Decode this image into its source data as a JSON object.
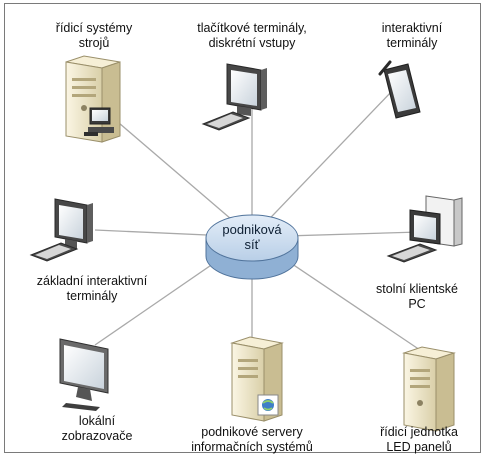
{
  "hub": {
    "line1": "podniková",
    "line2": "síť"
  },
  "nodes": [
    {
      "id": "machine-control",
      "line1": "řídicí systémy",
      "line2": "strojů",
      "icon": "server-tower-with-pc-icon"
    },
    {
      "id": "button-terminals",
      "line1": "tlačítkové terminály,",
      "line2": "diskrétní vstupy",
      "icon": "monitor-keyboard-icon"
    },
    {
      "id": "interactive-terminals",
      "line1": "interaktivní",
      "line2": "terminály",
      "icon": "tablet-stylus-icon"
    },
    {
      "id": "basic-interactive",
      "line1": "základní interaktivní",
      "line2": "terminály",
      "icon": "monitor-keyboard-icon"
    },
    {
      "id": "desktop-pc",
      "line1": "stolní klientské",
      "line2": "PC",
      "icon": "desktop-pc-icon"
    },
    {
      "id": "local-displays",
      "line1": "lokální",
      "line2": "zobrazovače",
      "icon": "lcd-monitor-icon"
    },
    {
      "id": "info-servers",
      "line1": "podnikové servery",
      "line2": "informačních systémů",
      "icon": "server-tower-globe-icon"
    },
    {
      "id": "led-control",
      "line1": "řídicí jednotka",
      "line2": "LED panelů",
      "icon": "server-tower-icon"
    }
  ],
  "colors": {
    "hub_top": "#cfe0f2",
    "hub_side": "#8fb0d4",
    "link": "#a9a9a9",
    "server": "#efe6c7"
  }
}
